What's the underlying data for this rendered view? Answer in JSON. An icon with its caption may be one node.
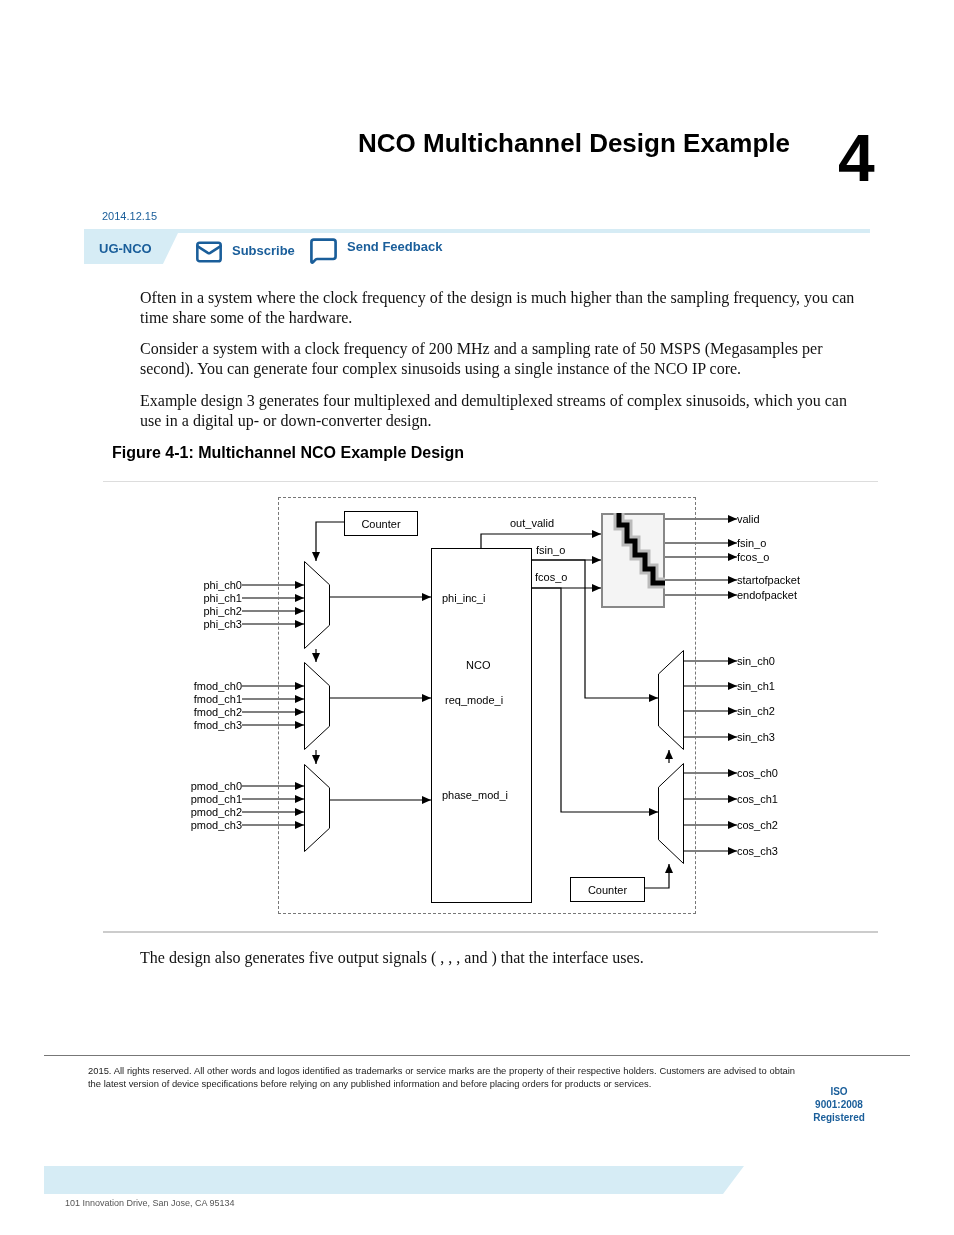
{
  "diagram": {
    "title": "NCO Multichannel Design Example",
    "caption": "Figure 4-1: Multichannel NCO Example Design",
    "nodes": [
      {
        "text": [],
        "shape": "box"
      },
      {
        "text": [
          "Counter"
        ],
        "in": 0
      },
      {
        "text": [],
        "shape": "trapezoid",
        "in": 0
      },
      {
        "text": [],
        "shape": "trapezoid",
        "in": 0
      },
      {
        "text": [],
        "shape": "trapezoid",
        "in": 0
      },
      {
        "text": [
          "phi_inc_i",
          "NCO",
          "req_mode_i",
          "phase_mod_i"
        ],
        "in": 0
      },
      {
        "text": [],
        "shape": "picture",
        "in": 0
      },
      {
        "text": [],
        "shape": "trapezoid",
        "in": 0
      },
      {
        "text": [],
        "shape": "trapezoid",
        "in": 0
      },
      {
        "text": [
          "Counter"
        ],
        "in": 0
      },
      {
        "text": [
          "phi_ch0"
        ]
      },
      {
        "text": [
          "phi_ch1"
        ]
      },
      {
        "text": [
          "phi_ch2"
        ]
      },
      {
        "text": [
          "phi_ch3"
        ]
      },
      {
        "text": [
          "fmod_ch0"
        ]
      },
      {
        "text": [
          "fmod_ch1"
        ]
      },
      {
        "text": [
          "fmod_ch2"
        ]
      },
      {
        "text": [
          "fmod_ch3"
        ]
      },
      {
        "text": [
          "pmod_ch0"
        ]
      },
      {
        "text": [
          "pmod_ch1"
        ]
      },
      {
        "text": [
          "pmod_ch2"
        ]
      },
      {
        "text": [
          "pmod_ch3"
        ]
      },
      {
        "text": [
          "valid"
        ]
      },
      {
        "text": [
          "fsin_o"
        ]
      },
      {
        "text": [
          "fcos_o"
        ]
      },
      {
        "text": [
          "startofpacket"
        ]
      },
      {
        "text": [
          "endofpacket"
        ]
      },
      {
        "text": [
          "sin_ch0"
        ]
      },
      {
        "text": [
          "sin_ch1"
        ]
      },
      {
        "text": [
          "sin_ch2"
        ]
      },
      {
        "text": [
          "sin_ch3"
        ]
      },
      {
        "text": [
          "cos_ch0"
        ]
      },
      {
        "text": [
          "cos_ch1"
        ]
      },
      {
        "text": [
          "cos_ch2"
        ]
      },
      {
        "text": [
          "cos_ch3"
        ]
      }
    ],
    "edges": [
      {
        "from": 10,
        "to": 2,
        "arrow": "to"
      },
      {
        "from": 11,
        "to": 2,
        "arrow": "to"
      },
      {
        "from": 12,
        "to": 2,
        "arrow": "to"
      },
      {
        "from": 13,
        "to": 2,
        "arrow": "to"
      },
      {
        "from": 14,
        "to": 3,
        "arrow": "to"
      },
      {
        "from": 15,
        "to": 3,
        "arrow": "to"
      },
      {
        "from": 16,
        "to": 3,
        "arrow": "to"
      },
      {
        "from": 17,
        "to": 3,
        "arrow": "to"
      },
      {
        "from": 18,
        "to": 4,
        "arrow": "to"
      },
      {
        "from": 19,
        "to": 4,
        "arrow": "to"
      },
      {
        "from": 20,
        "to": 4,
        "arrow": "to"
      },
      {
        "from": 21,
        "to": 4,
        "arrow": "to"
      },
      {
        "from": 1,
        "to": 2,
        "arrow": "to"
      },
      {
        "from": 2,
        "to": 3,
        "arrow": "to"
      },
      {
        "from": 3,
        "to": 4,
        "arrow": "to"
      },
      {
        "from": 2,
        "to": 5,
        "arrow": "to"
      },
      {
        "from": 3,
        "to": 5,
        "arrow": "to"
      },
      {
        "from": 4,
        "to": 5,
        "arrow": "to"
      },
      {
        "from": 5,
        "to": 6,
        "arrow": "to",
        "label": "out_valid"
      },
      {
        "from": 5,
        "to": 6,
        "arrow": "to",
        "label": "fsin_o"
      },
      {
        "from": 5,
        "to": 6,
        "arrow": "to",
        "label": "fcos_o"
      },
      {
        "from": 5,
        "to": 7,
        "arrow": "to"
      },
      {
        "from": 5,
        "to": 8,
        "arrow": "to"
      },
      {
        "from": 6,
        "to": 22,
        "arrow": "to"
      },
      {
        "from": 6,
        "to": 23,
        "arrow": "to"
      },
      {
        "from": 6,
        "to": 24,
        "arrow": "to"
      },
      {
        "from": 6,
        "to": 25,
        "arrow": "to"
      },
      {
        "from": 6,
        "to": 26,
        "arrow": "to"
      },
      {
        "from": 7,
        "to": 27,
        "arrow": "to"
      },
      {
        "from": 7,
        "to": 28,
        "arrow": "to"
      },
      {
        "from": 7,
        "to": 29,
        "arrow": "to"
      },
      {
        "from": 7,
        "to": 30,
        "arrow": "to"
      },
      {
        "from": 8,
        "to": 31,
        "arrow": "to"
      },
      {
        "from": 8,
        "to": 32,
        "arrow": "to"
      },
      {
        "from": 8,
        "to": 33,
        "arrow": "to"
      },
      {
        "from": 8,
        "to": 34,
        "arrow": "to"
      },
      {
        "from": 9,
        "to": 8,
        "arrow": "to"
      },
      {
        "from": 8,
        "to": 7,
        "arrow": "to"
      }
    ],
    "labels": [
      "4",
      "2014.12.15",
      "UG-NCO",
      "Subscribe",
      "Send Feedback",
      "Often in a system where the clock frequency of the design is much higher than the sampling frequency, you can time share some of the hardware.",
      "Consider a system with a clock frequency of 200 MHz and a sampling rate of 50 MSPS (Megasamples per second). You can generate four complex sinusoids using a single instance of the NCO IP core.",
      "Example design 3 generates four multiplexed and demultiplexed streams of complex sinusoids, which you can use in a digital up- or down-converter design.",
      "The design also generates five output signals ( , , , and ) that the interface uses.",
      "2015. All rights reserved. All other words and logos identified as trademarks or service marks are the property of their respective holders. Customers are advised to obtain the latest version of device specifications before relying on any published information and before placing orders for products or services.",
      "ISO 9001:2008 Registered",
      "101 Innovation Drive, San Jose, CA 95134"
    ]
  }
}
